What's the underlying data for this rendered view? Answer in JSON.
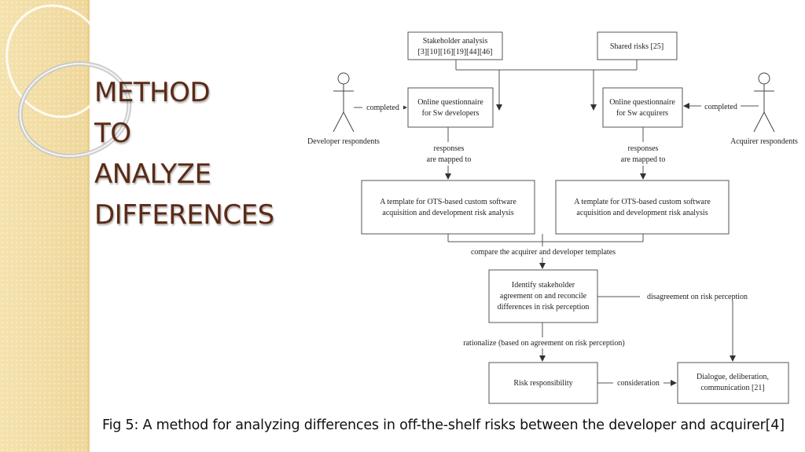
{
  "slide": {
    "title_lines": [
      "METHOD",
      "TO",
      "ANALYZE",
      "DIFFERENCES"
    ],
    "caption": "Fig 5: A method for analyzing differences in off-the-shelf risks between the developer and acquirer[4]"
  },
  "diagram": {
    "stakeholder_analysis": [
      "Stakeholder analysis",
      "[3][10][16][19][44][46]"
    ],
    "shared_risks": "Shared risks [25]",
    "developer_respondents": "Developer respondents",
    "acquirer_respondents": "Acquirer respondents",
    "completed_left": "completed",
    "completed_right": "completed",
    "questionnaire_dev": [
      "Online questionnaire",
      "for Sw developers"
    ],
    "questionnaire_acq": [
      "Online questionnaire",
      "for Sw acquirers"
    ],
    "responses_left": [
      "responses",
      "are mapped to"
    ],
    "responses_right": [
      "responses",
      "are mapped to"
    ],
    "template_left": [
      "A template for OTS-based custom software",
      "acquisition and development risk analysis"
    ],
    "template_right": [
      "A template for OTS-based custom software",
      "acquisition and development risk analysis"
    ],
    "compare_label": "compare the acquirer and developer templates",
    "identify_box": [
      "Identify stakeholder",
      "agreement on and reconcile",
      "differences in risk perception"
    ],
    "disagreement_label": "disagreement on risk perception",
    "rationalize_label": "rationalize (based on agreement on risk perception)",
    "risk_responsibility": "Risk responsibility",
    "consideration_label": "consideration",
    "dialogue_box": [
      "Dialogue, deliberation,",
      "communication [21]"
    ]
  }
}
